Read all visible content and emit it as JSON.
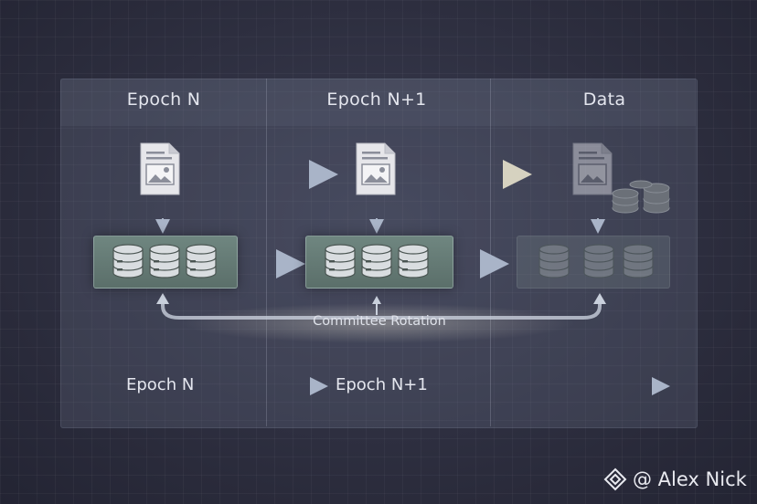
{
  "columns": [
    {
      "title": "Epoch N"
    },
    {
      "title": "Epoch N+1"
    },
    {
      "title": "Data"
    }
  ],
  "rotation_label": "Committee Rotation",
  "timeline": {
    "start": "Epoch N",
    "end": "Epoch N+1"
  },
  "watermark": {
    "text": "@ Alex Nick",
    "icon": "diamond-logo-icon"
  },
  "colors": {
    "background": "#2b2c3d",
    "chain": "#6f8680",
    "text": "#e4e6ee"
  }
}
